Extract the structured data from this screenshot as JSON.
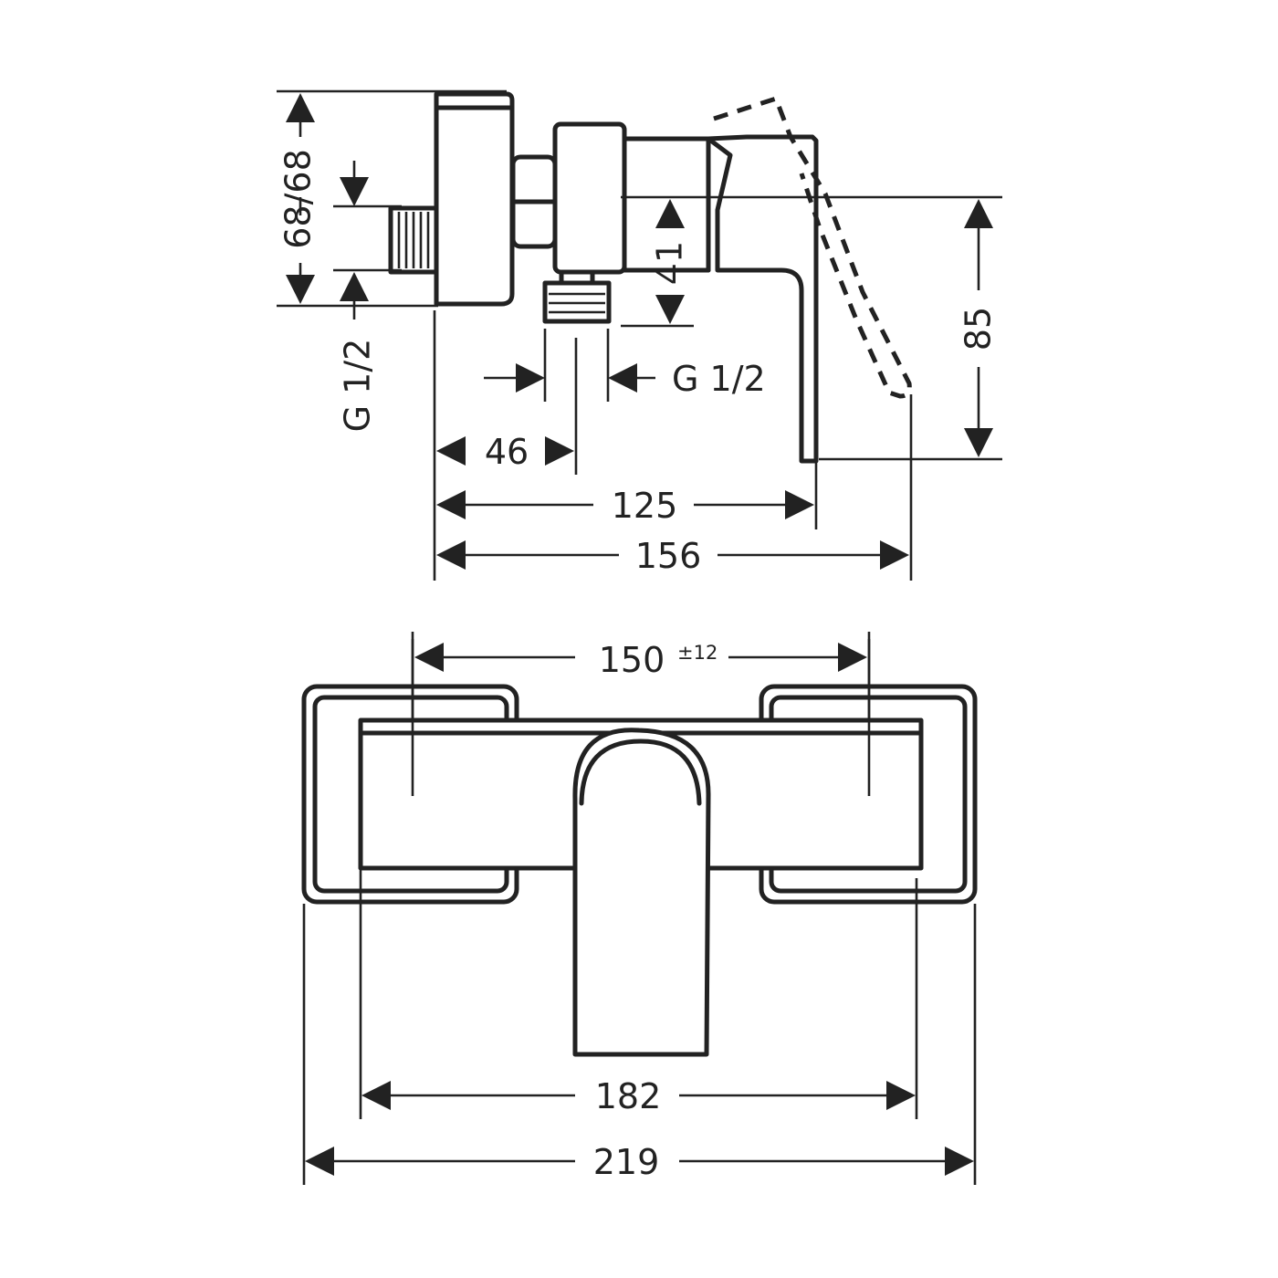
{
  "side_view": {
    "dim_height_total": "68/68",
    "dim_thread_left": "G 1/2",
    "dim_outlet_height": "41",
    "dim_thread_outlet": "G 1/2",
    "dim_handle_height": "85",
    "dim_outlet_offset": "46",
    "dim_handle_depth": "125",
    "dim_total_depth": "156"
  },
  "front_view": {
    "dim_centers": "150",
    "dim_centers_tolerance": "±12",
    "dim_body_width": "182",
    "dim_total_width": "219"
  },
  "colors": {
    "line": "#222222",
    "background": "#ffffff"
  }
}
